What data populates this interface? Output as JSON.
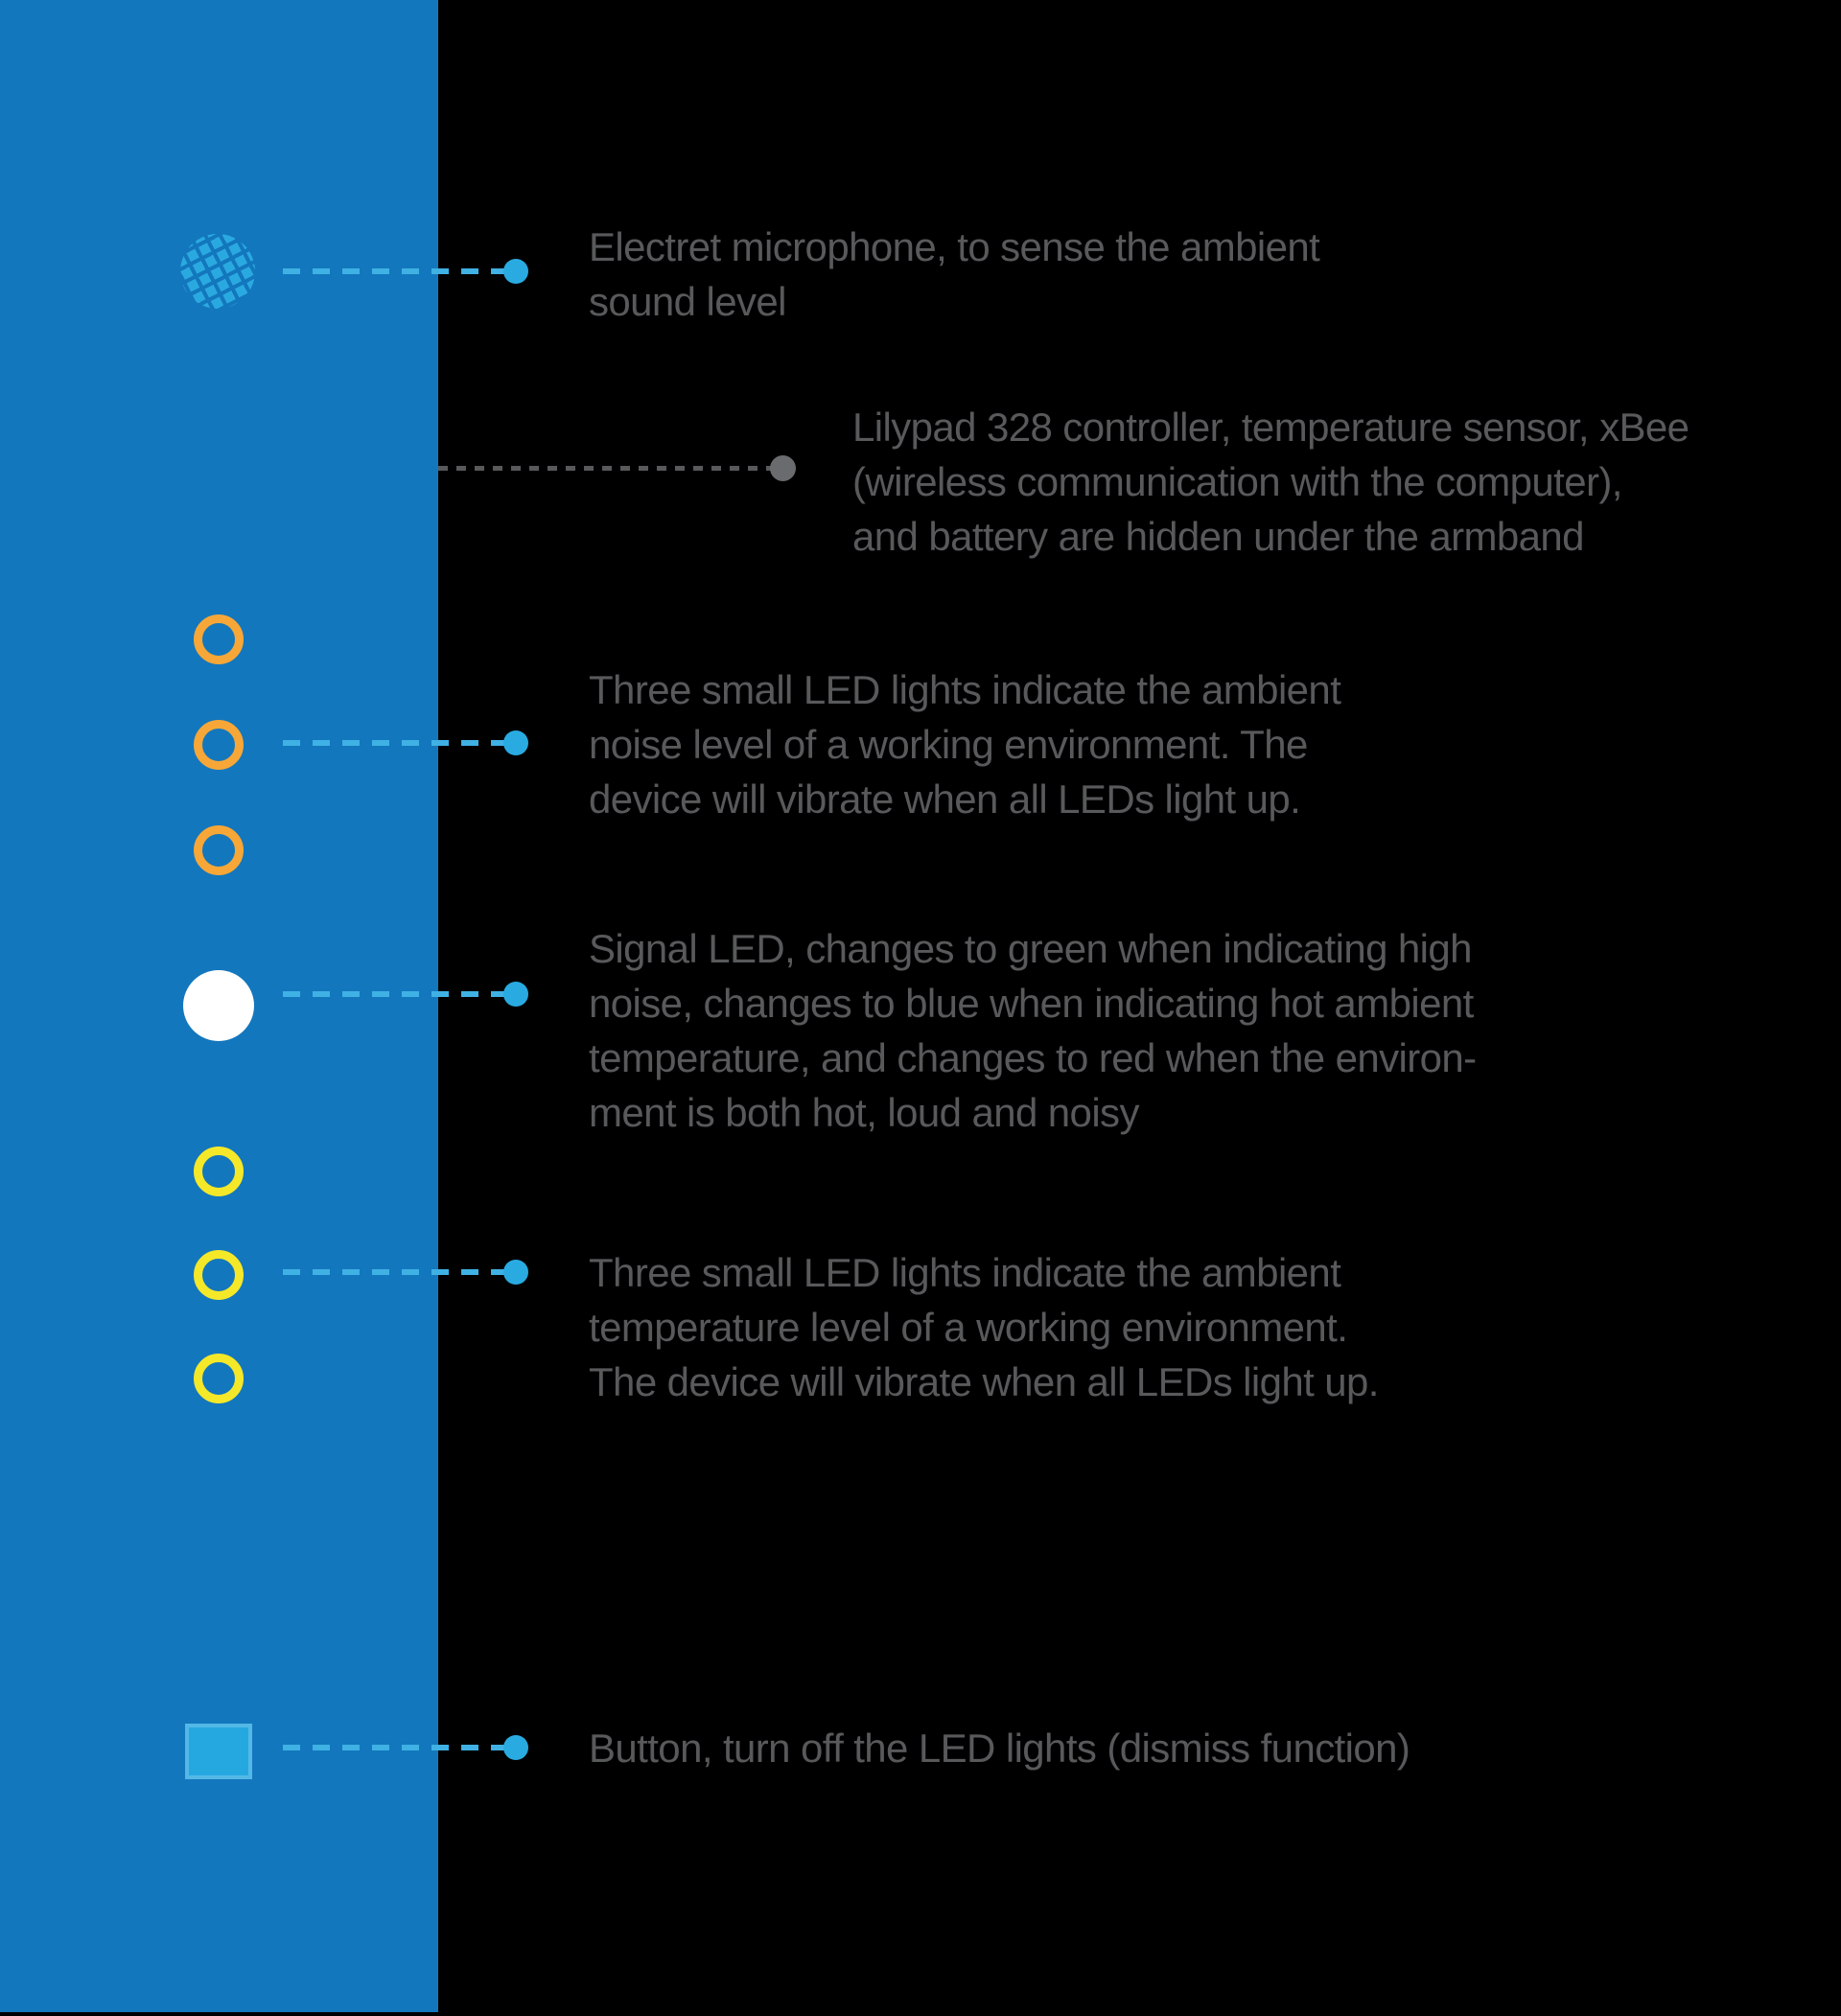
{
  "diagram": {
    "background": "#000000",
    "armband_color": "#1377BD",
    "accent_blue": "#29ABE2",
    "text_color": "#58595B",
    "leader_gray": "#6A6B6E",
    "led_orange": "#F7A737",
    "led_yellow": "#F5E829",
    "signal_led_white": "#FFFFFF"
  },
  "callouts": [
    {
      "id": "microphone",
      "marker": "microphone-mesh-icon",
      "lines": [
        "Electret microphone, to sense the ambient",
        "sound level"
      ]
    },
    {
      "id": "hidden-electronics",
      "marker": "gray-leader-dot",
      "lines": [
        "Lilypad 328 controller, temperature sensor, xBee",
        "(wireless communication with the computer),",
        "and battery are hidden under the armband"
      ]
    },
    {
      "id": "noise-leds",
      "marker": "three-orange-led-rings",
      "lines": [
        "Three small LED lights indicate the ambient",
        "noise level of a working environment. The",
        "device will vibrate when all LEDs light up."
      ]
    },
    {
      "id": "signal-led",
      "marker": "white-led-circle",
      "lines": [
        "Signal LED, changes to green when indicating high",
        "noise, changes to blue when indicating hot ambient",
        "temperature, and changes to red when the environ-",
        "ment is both hot, loud and noisy"
      ]
    },
    {
      "id": "temperature-leds",
      "marker": "three-yellow-led-rings",
      "lines": [
        "Three small LED lights indicate the ambient",
        "temperature level of a working environment.",
        "The device will vibrate when all LEDs light up."
      ]
    },
    {
      "id": "dismiss-button",
      "marker": "blue-button-square",
      "lines": [
        "Button, turn off the LED lights (dismiss function)"
      ]
    }
  ]
}
